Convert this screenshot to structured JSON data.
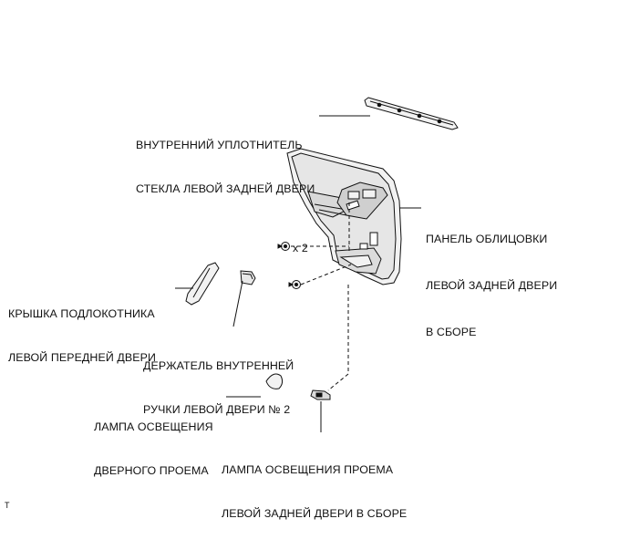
{
  "callouts": {
    "glass_weatherstrip": [
      "ВНУТРЕННИЙ УПЛОТНИТЕЛЬ",
      "СТЕКЛА ЛЕВОЙ ЗАДНЕЙ ДВЕРИ"
    ],
    "door_trim_panel": [
      "ПАНЕЛЬ ОБЛИЦОВКИ",
      "ЛЕВОЙ ЗАДНЕЙ ДВЕРИ",
      "В СБОРЕ"
    ],
    "armrest_cover": [
      "КРЫШКА ПОДЛОКОТНИКА",
      "ЛЕВОЙ ПЕРЕДНЕЙ ДВЕРИ"
    ],
    "inside_handle_holder": [
      "ДЕРЖАТЕЛЬ ВНУТРЕННЕЙ",
      "РУЧКИ ЛЕВОЙ ДВЕРИ № 2"
    ],
    "courtesy_lamp": [
      "ЛАМПА ОСВЕЩЕНИЯ",
      "ДВЕРНОГО ПРОЕМА"
    ],
    "door_courtesy_lamp_assy": [
      "ЛАМПА ОСВЕЩЕНИЯ ПРОЕМА",
      "ЛЕВОЙ ЗАДНЕЙ ДВЕРИ В СБОРЕ"
    ]
  },
  "clip_quantity": "x 2",
  "corner_mark": "T",
  "colors": {
    "line": "#111111",
    "part_fill": "#f2f2f2",
    "part_dark": "#cfcfcf"
  }
}
